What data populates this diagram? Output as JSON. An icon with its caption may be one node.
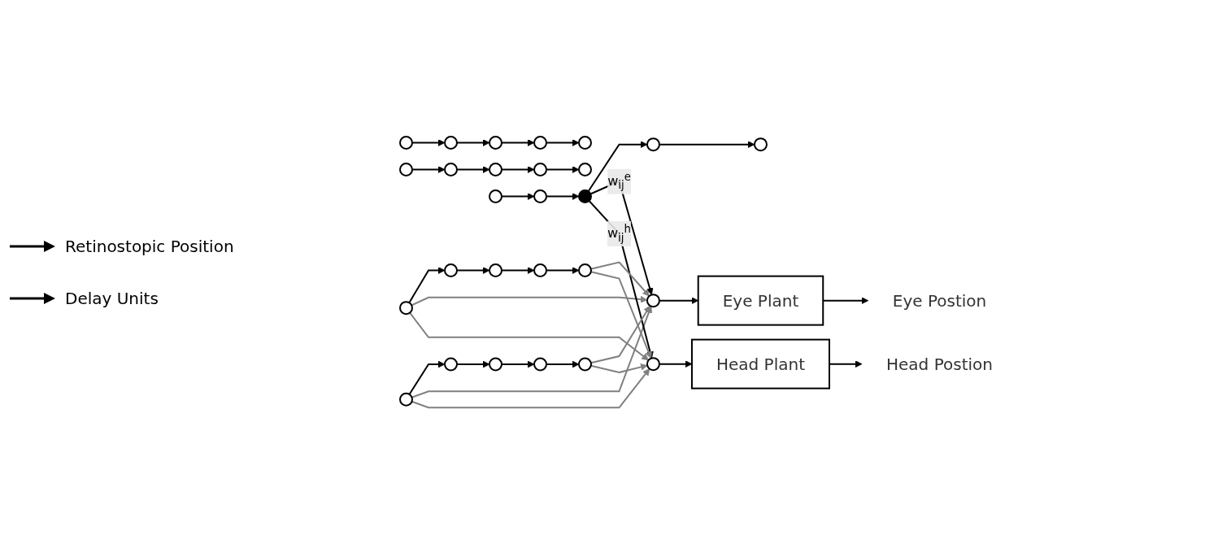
{
  "diagram": {
    "nodes": [
      {
        "text": [],
        "shape": "circle"
      },
      {
        "text": [],
        "shape": "circle"
      },
      {
        "text": [],
        "shape": "circle"
      },
      {
        "text": [],
        "shape": "circle"
      },
      {
        "text": [],
        "shape": "circle"
      },
      {
        "text": [],
        "shape": "circle"
      },
      {
        "text": [],
        "shape": "circle"
      },
      {
        "text": [],
        "shape": "circle"
      },
      {
        "text": [],
        "shape": "circle"
      },
      {
        "text": [],
        "shape": "circle"
      },
      {
        "text": [],
        "shape": "circle"
      },
      {
        "text": [],
        "shape": "circle"
      },
      {
        "text": [],
        "shape": "circle"
      },
      {
        "text": [],
        "shape": "circle"
      },
      {
        "text": [],
        "shape": "circle"
      },
      {
        "text": [],
        "shape": "circle"
      },
      {
        "text": [],
        "shape": "circle"
      },
      {
        "text": [],
        "shape": "circle"
      },
      {
        "text": [],
        "shape": "circle"
      },
      {
        "text": [],
        "shape": "circle"
      },
      {
        "text": [],
        "shape": "circle"
      },
      {
        "text": [],
        "shape": "circle"
      },
      {
        "text": [],
        "shape": "circle"
      },
      {
        "text": [],
        "shape": "circle"
      },
      {
        "text": [],
        "shape": "circle"
      },
      {
        "text": [],
        "shape": "circle"
      },
      {
        "text": [
          "Eye Plant"
        ]
      },
      {
        "text": [
          "Eye Postion"
        ]
      },
      {
        "text": [],
        "shape": "circle"
      },
      {
        "text": [
          "Head Plant"
        ]
      },
      {
        "text": [
          "Head Postion"
        ]
      }
    ],
    "edges": [
      {
        "from": 0,
        "to": 1,
        "arrow": "to"
      },
      {
        "from": 1,
        "to": 2,
        "arrow": "to"
      },
      {
        "from": 2,
        "to": 3,
        "arrow": "to"
      },
      {
        "from": 3,
        "to": 4,
        "arrow": "to"
      },
      {
        "from": 5,
        "to": 6,
        "arrow": "to"
      },
      {
        "from": 6,
        "to": 7,
        "arrow": "to"
      },
      {
        "from": 7,
        "to": 8,
        "arrow": "to"
      },
      {
        "from": 8,
        "to": 9,
        "arrow": "to"
      },
      {
        "from": 10,
        "to": 11,
        "arrow": "to"
      },
      {
        "from": 11,
        "to": 12,
        "arrow": "to"
      },
      {
        "from": 12,
        "to": 13,
        "arrow": "to"
      },
      {
        "from": 13,
        "to": 14,
        "arrow": "to"
      },
      {
        "from": 15,
        "to": 16,
        "arrow": "to"
      },
      {
        "from": 16,
        "to": 17,
        "arrow": "to"
      },
      {
        "from": 17,
        "to": 18,
        "arrow": "to"
      },
      {
        "from": 18,
        "to": 19,
        "arrow": "to"
      },
      {
        "from": 20,
        "to": 21,
        "arrow": "to"
      },
      {
        "from": 21,
        "to": 22,
        "arrow": "to"
      },
      {
        "from": 22,
        "to": 23,
        "arrow": "to"
      },
      {
        "from": 23,
        "to": 24,
        "arrow": "to"
      },
      {
        "from": 20,
        "to": 25,
        "arrow": "to",
        "color": "#808080"
      },
      {
        "from": 20,
        "to": 28,
        "arrow": "to",
        "color": "#808080"
      },
      {
        "from": 0,
        "to": 25,
        "arrow": "to",
        "color": "#808080"
      },
      {
        "from": 0,
        "to": 28,
        "arrow": "to",
        "color": "#808080"
      },
      {
        "from": 12,
        "to": 25,
        "arrow": "to",
        "label": "w$_{ij}$$^{e}$"
      },
      {
        "from": 12,
        "to": 28,
        "arrow": "to",
        "label": "w$_{ij}$$^{h}$"
      },
      {
        "from": 24,
        "to": 25,
        "arrow": "to",
        "color": "#808080"
      },
      {
        "from": 24,
        "to": 28,
        "arrow": "to",
        "color": "#808080"
      },
      {
        "from": 4,
        "to": 25,
        "arrow": "to",
        "color": "#808080"
      },
      {
        "from": 4,
        "to": 28,
        "arrow": "to",
        "color": "#808080"
      },
      {
        "from": 25,
        "to": 26,
        "arrow": "to"
      },
      {
        "from": 26,
        "to": 27,
        "arrow": "to"
      },
      {
        "from": 28,
        "to": 29,
        "arrow": "to"
      },
      {
        "from": 29,
        "to": 30,
        "arrow": "to"
      }
    ],
    "labels": [
      "Retinostopic Position",
      "Delay Units"
    ]
  }
}
